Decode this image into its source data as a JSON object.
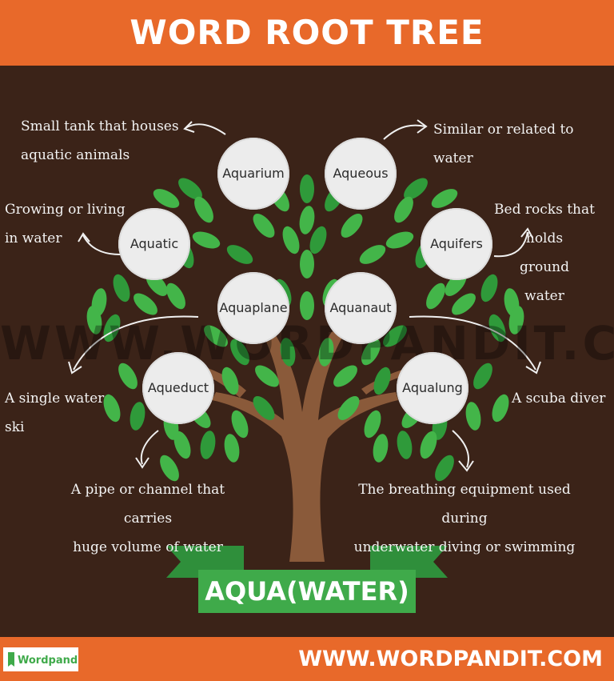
{
  "title": "WORD ROOT TREE",
  "root_word": "AQUA(WATER)",
  "watermark": "WWW.WORDPANDIT.COM",
  "footer": {
    "url": "WWW.WORDPANDIT.COM",
    "logo_text": "Wordpandit"
  },
  "words": [
    {
      "word": "Aquarium",
      "meaning": "Small tank that houses aquatic animals"
    },
    {
      "word": "Aqueous",
      "meaning": "Similar or related to water"
    },
    {
      "word": "Aquatic",
      "meaning": "Growing or living in water"
    },
    {
      "word": "Aquifers",
      "meaning": "Bed rocks that holds ground water"
    },
    {
      "word": "Aquaplane",
      "meaning": "A single water ski"
    },
    {
      "word": "Aquanaut",
      "meaning": "A scuba diver"
    },
    {
      "word": "Aqueduct",
      "meaning": "A pipe or channel that carries huge volume of water"
    },
    {
      "word": "Aqualung",
      "meaning": "The breathing equipment used during underwater diving or swimming"
    }
  ],
  "note_lines": {
    "aquarium": [
      "Small tank that houses",
      "aquatic animals"
    ],
    "aqueous": [
      "Similar or related to water"
    ],
    "aquatic": [
      "Growing or living",
      "in water"
    ],
    "aquifers": [
      "Bed rocks that holds",
      "ground",
      "water"
    ],
    "aquaplane": [
      "A single water",
      "ski"
    ],
    "aquanaut": [
      "A scuba diver"
    ],
    "aqueduct": [
      "A pipe or channel that carries",
      "huge volume of water"
    ],
    "aqualung": [
      "The breathing equipment used during",
      "underwater diving or swimming"
    ]
  },
  "colors": {
    "background": "#3b2318",
    "header": "#e8692a",
    "leaf": "#43b549",
    "leaf_dark": "#2f9a3a",
    "trunk": "#8a5a3a",
    "ribbon": "#3faa4a",
    "bubble": "#ececec"
  }
}
